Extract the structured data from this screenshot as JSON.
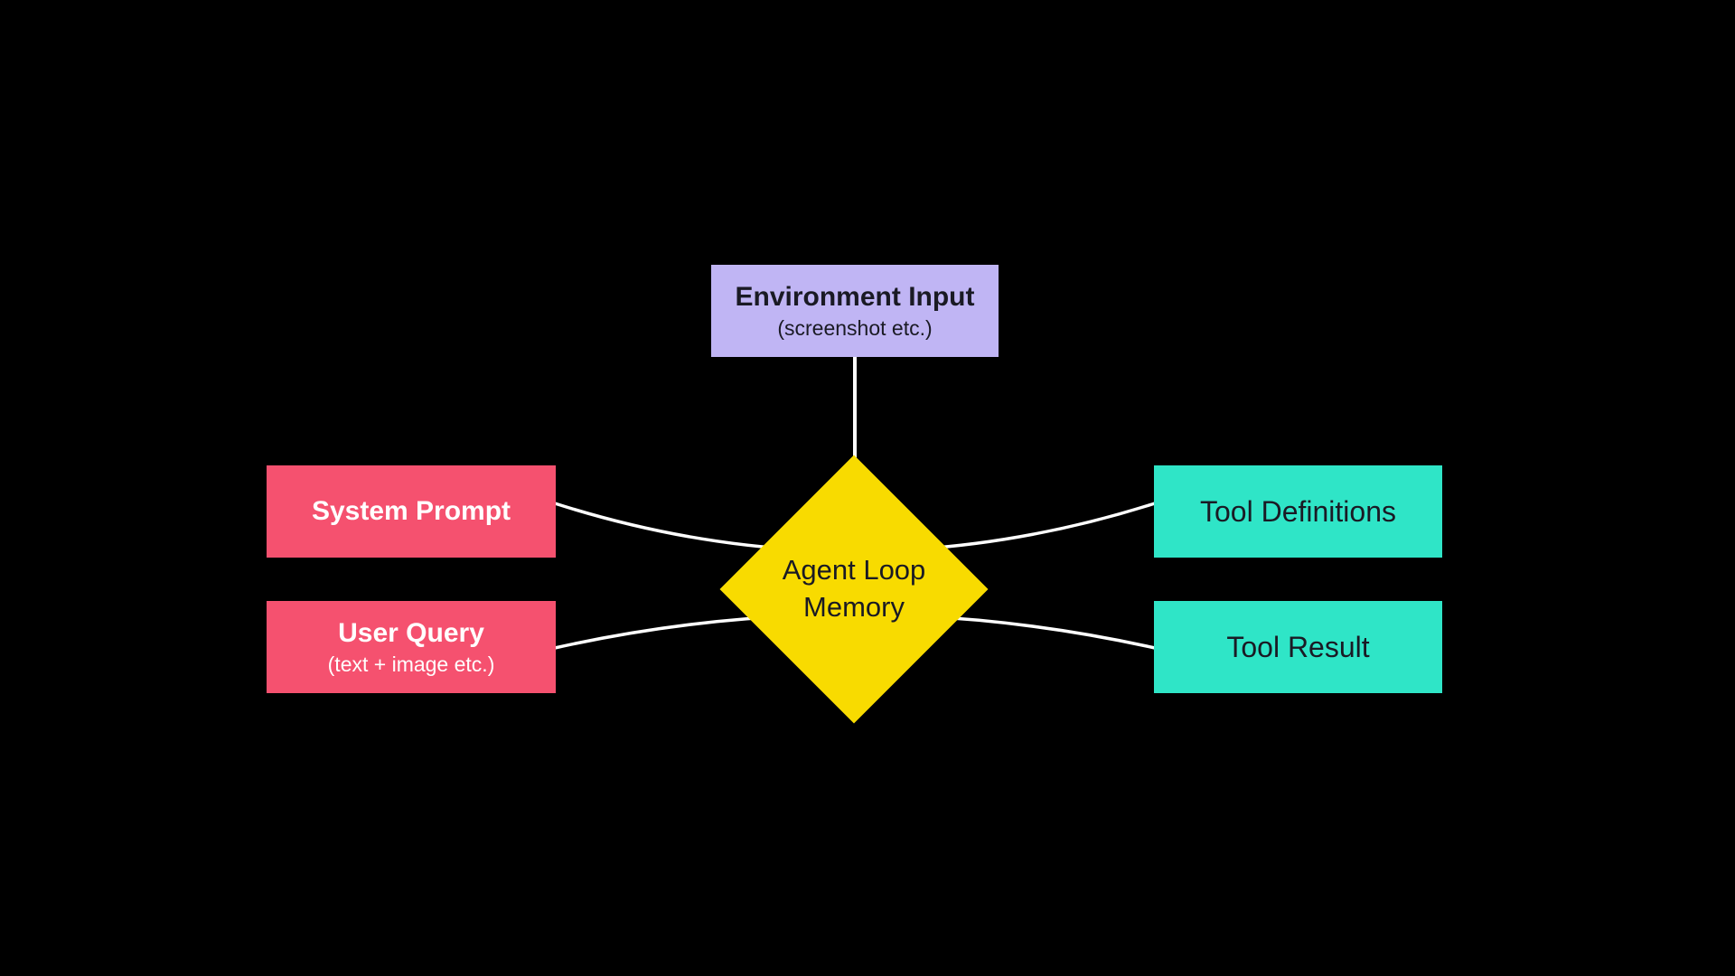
{
  "canvas": {
    "background": "#000000"
  },
  "connectors": {
    "color": "#FFFFFF"
  },
  "nodes": {
    "environment_input": {
      "title": "Environment Input",
      "subtitle": "(screenshot etc.)",
      "color": "#C0B5F4"
    },
    "system_prompt": {
      "title": "System Prompt",
      "color": "#F5516F"
    },
    "user_query": {
      "title": "User Query",
      "subtitle": "(text + image etc.)",
      "color": "#F5516F"
    },
    "agent_loop_memory": {
      "title": "Agent Loop Memory",
      "color": "#F8DB00"
    },
    "tool_definitions": {
      "title": "Tool Definitions",
      "color": "#2FE5C7"
    },
    "tool_result": {
      "title": "Tool Result",
      "color": "#2FE5C7"
    }
  }
}
